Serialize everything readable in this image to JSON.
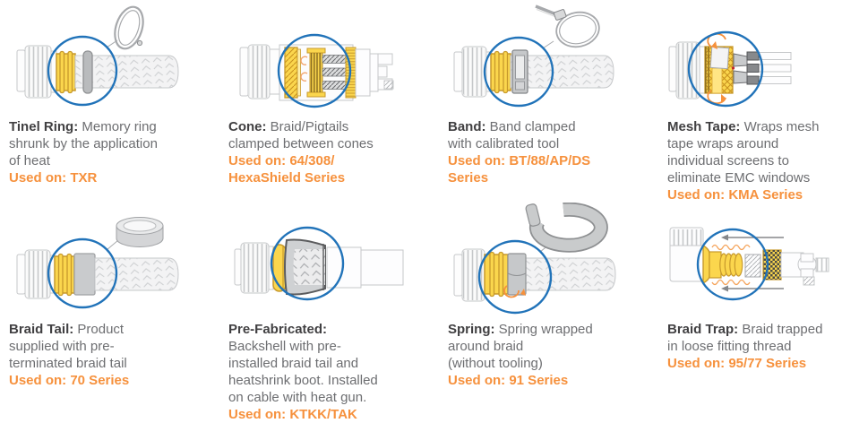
{
  "colors": {
    "accent_blue": "#2173B9",
    "orange": "#F6913D",
    "title_gray": "#414042",
    "body_gray": "#6D6E71",
    "part_yellow": "#FBD64D",
    "part_yellow_stroke": "#C7992C",
    "part_gray": "#C6C8CA",
    "background": "#FFFFFF"
  },
  "cells": [
    {
      "title": "Tinel Ring:",
      "body": " Memory ring\nshrunk by the application\nof heat",
      "used_on": "Used on: TXR"
    },
    {
      "title": "Cone:",
      "body": " Braid/Pigtails\nclamped between cones",
      "used_on": "Used on: 64/308/\nHexaShield Series"
    },
    {
      "title": "Band:",
      "body": " Band clamped\nwith calibrated tool",
      "used_on": "Used on: BT/88/AP/DS\nSeries"
    },
    {
      "title": "Mesh Tape:",
      "body": " Wraps mesh\ntape wraps around\nindividual screens to\neliminate EMC windows",
      "used_on": "Used on: KMA Series"
    },
    {
      "title": "Braid Tail:",
      "body": " Product\nsupplied with pre-\nterminated braid tail",
      "used_on": "Used on: 70 Series"
    },
    {
      "title": "Pre-Fabricated:",
      "body": "\nBackshell with pre-\ninstalled braid tail and\nheatshrink boot. Installed\non cable with heat gun.",
      "used_on": "Used on: KTKK/TAK"
    },
    {
      "title": "Spring:",
      "body": " Spring wrapped\naround braid\n(without tooling)",
      "used_on": "Used on: 91 Series"
    },
    {
      "title": "Braid Trap:",
      "body": " Braid trapped\nin loose fitting thread",
      "used_on": "Used on: 95/77 Series"
    }
  ]
}
